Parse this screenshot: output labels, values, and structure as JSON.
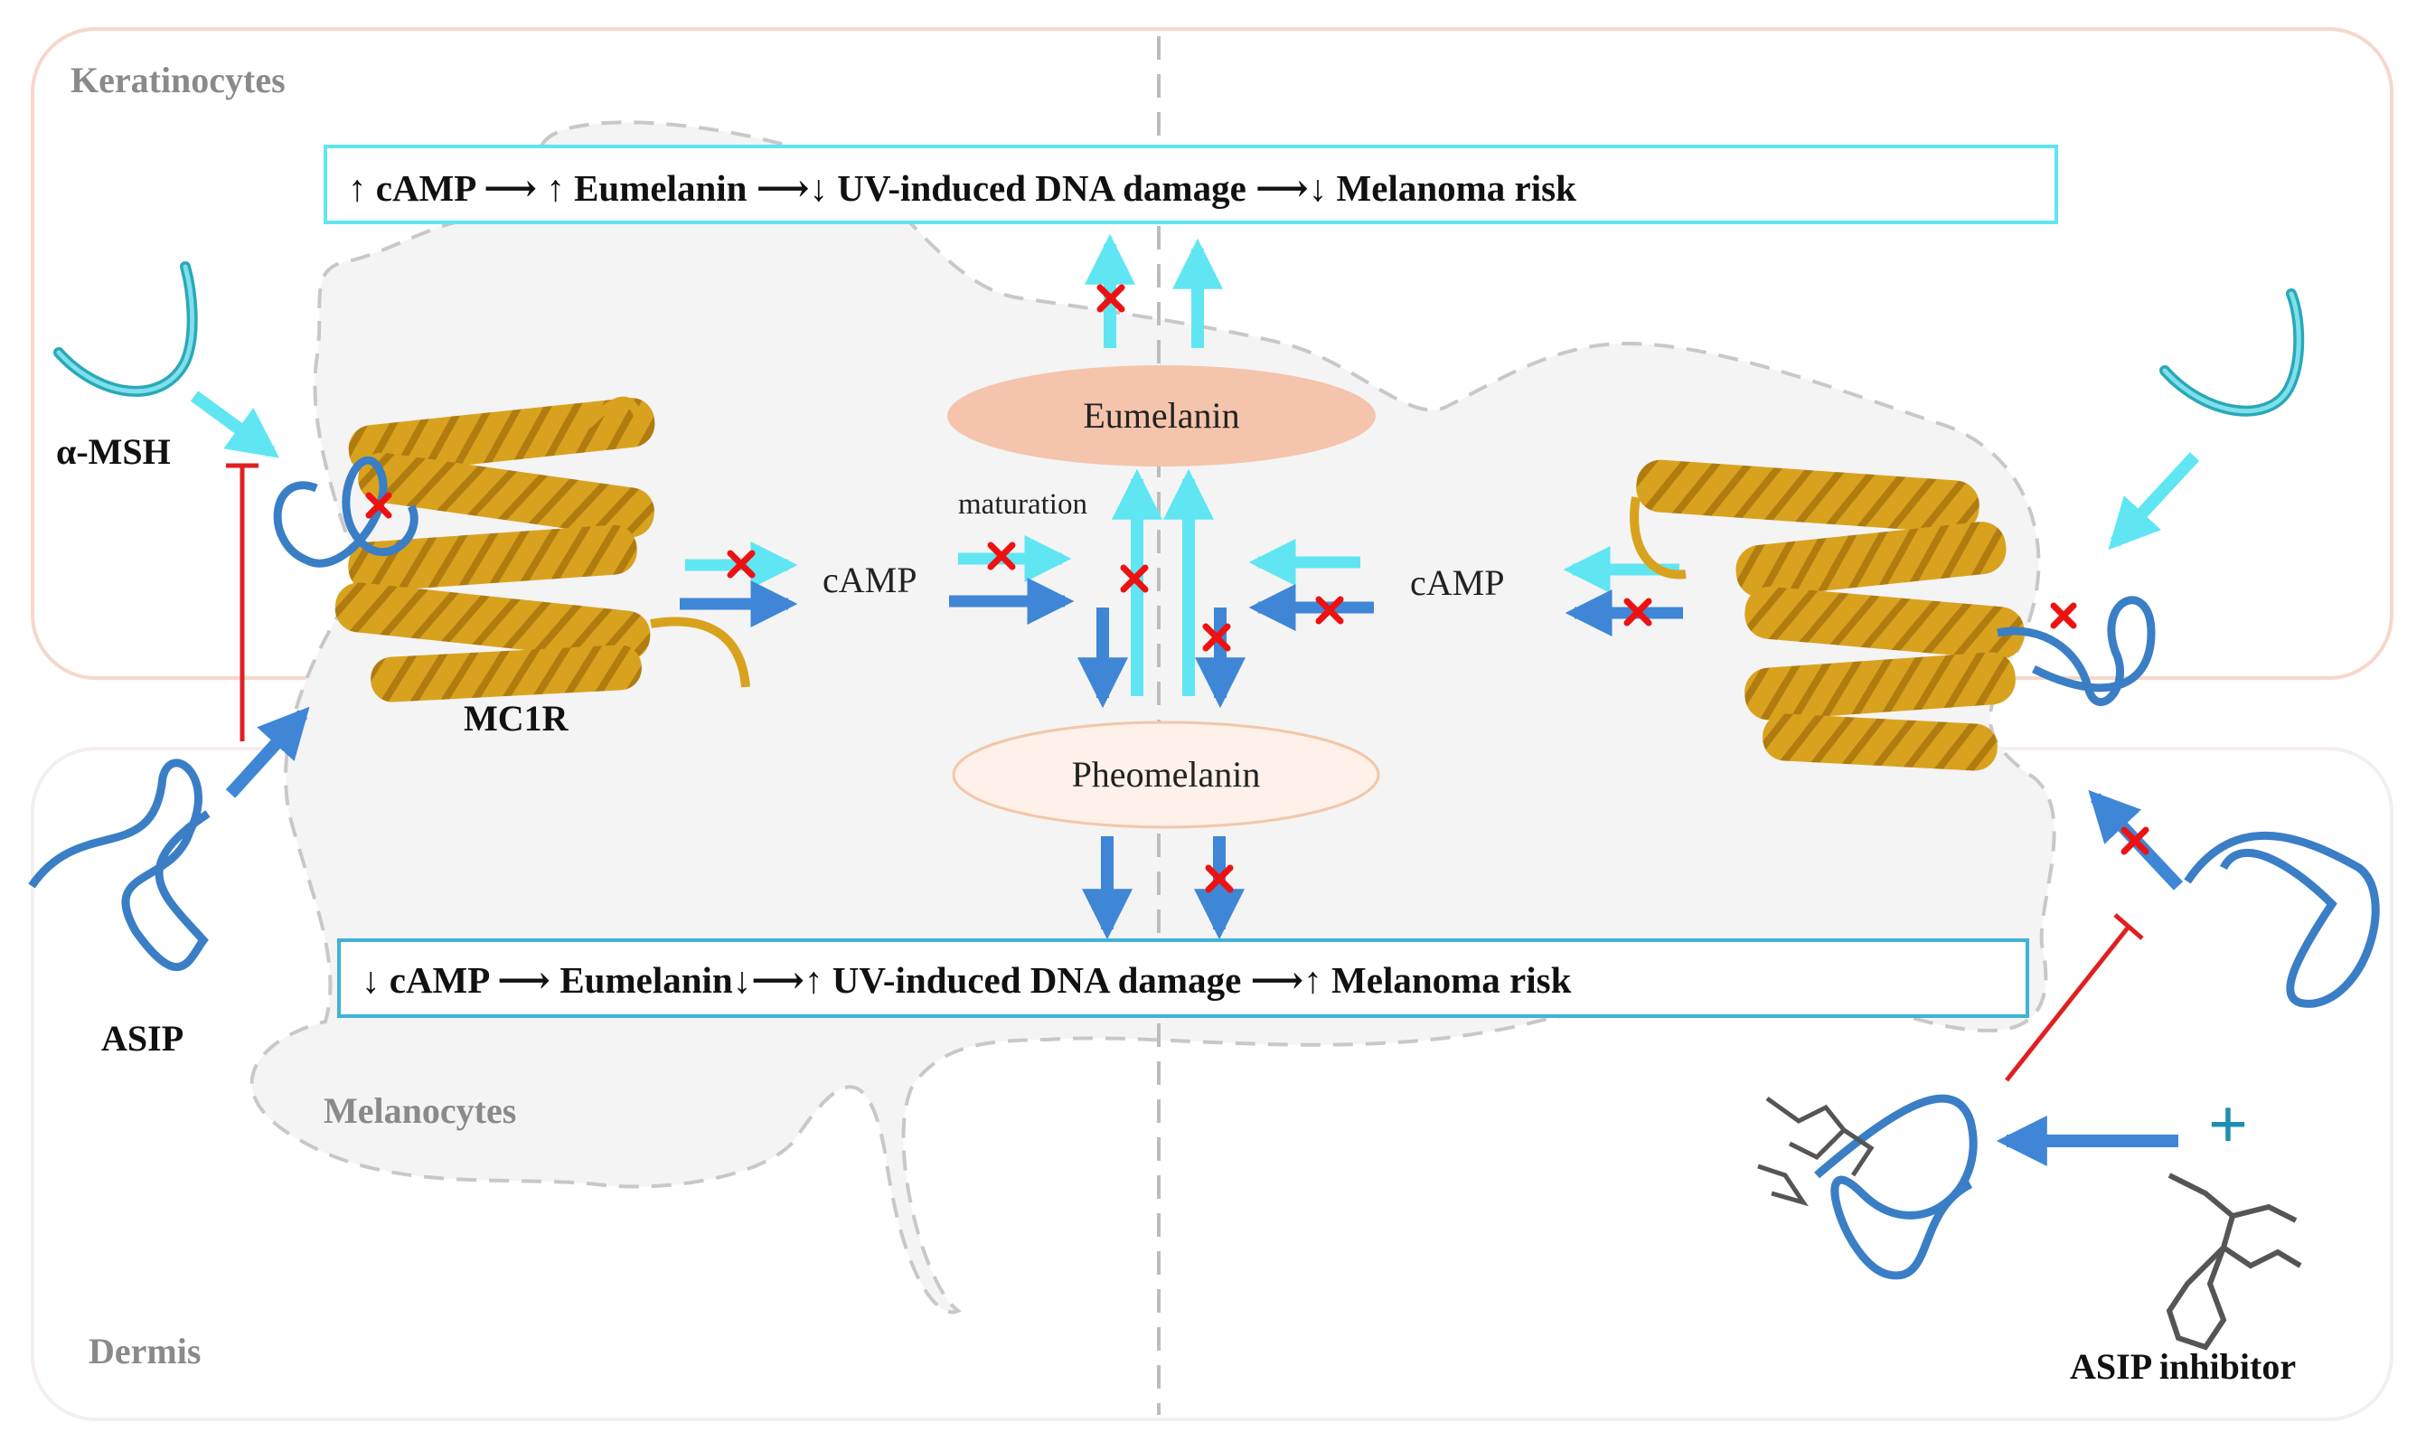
{
  "regions": {
    "keratinocytes": "Keratinocytes",
    "melanocytes": "Melanocytes",
    "dermis": "Dermis"
  },
  "summary_boxes": {
    "top": "↑ cAMP ⟶ ↑ Eumelanin ⟶↓ UV-induced DNA damage ⟶↓ Melanoma risk",
    "bottom": "↓ cAMP ⟶  Eumelanin↓⟶↑ UV-induced DNA damage ⟶↑ Melanoma risk"
  },
  "nodes": {
    "eumelanin": "Eumelanin",
    "pheomelanin": "Pheomelanin",
    "camp_left": "cAMP",
    "camp_right": "cAMP",
    "maturation": "maturation"
  },
  "molecules": {
    "alpha_msh": "α-MSH",
    "mc1r": "MC1R",
    "asip": "ASIP",
    "asip_inhibitor": "ASIP inhibitor",
    "plus_sign": "+"
  },
  "colors": {
    "cyan_arrow": "#5fe6f2",
    "blue_arrow": "#3f86d6",
    "block_x": "#ee1111",
    "inhibit_line": "#e02020",
    "receptor": "#d9a21e",
    "eumelanin_fill": "#f5c4ac",
    "pheomelanin_fill": "#fdf1ea",
    "keratinocyte_border": "#f6d7cb",
    "box_border": "#5fe6f2",
    "plus_color": "#1f8fb0"
  }
}
